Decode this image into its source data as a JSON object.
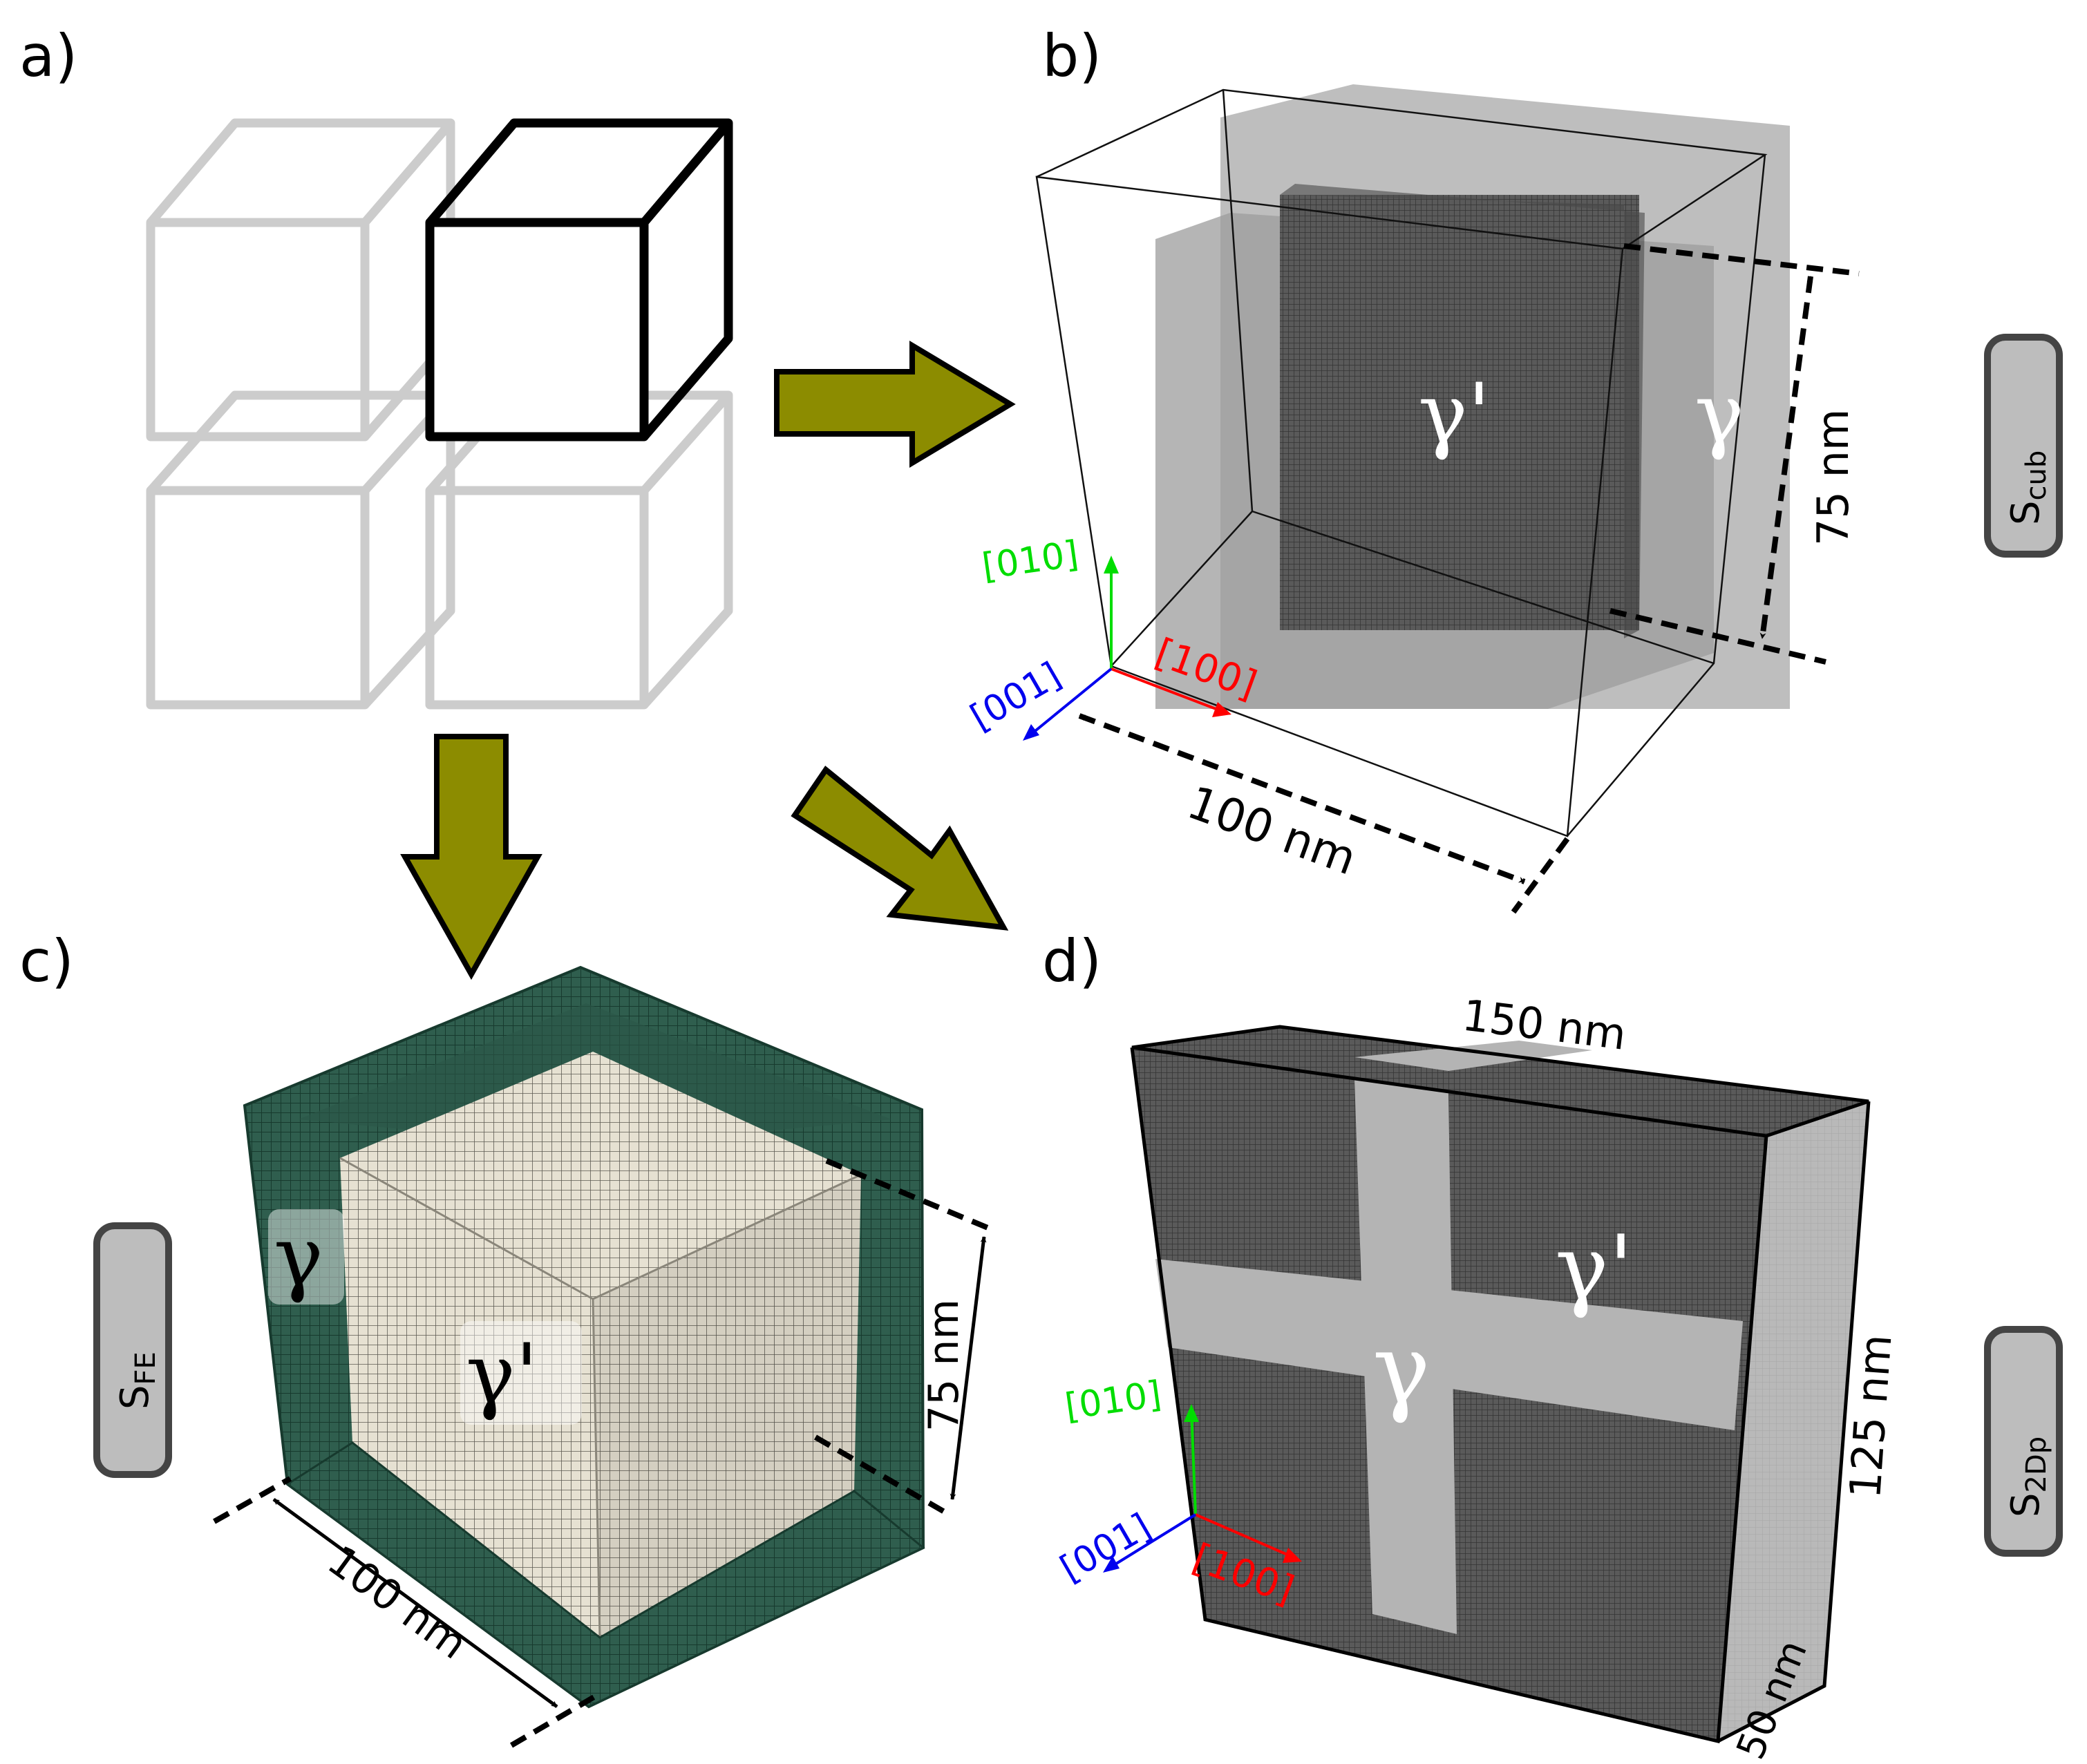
{
  "panels": {
    "a": "a)",
    "b": "b)",
    "c": "c)",
    "d": "d)"
  },
  "phases": {
    "gamma": "γ",
    "gamma_prime": "γ'"
  },
  "axes": {
    "x": "[100]",
    "y": "[010]",
    "z": "[001]"
  },
  "dimensions": {
    "b_height": "75 nm",
    "b_width": "100 nm",
    "c_height": "75 nm",
    "c_width": "100 nm",
    "d_width": "150 nm",
    "d_height": "125 nm",
    "d_depth": "50 nm"
  },
  "badges": {
    "s_cub_main": "S",
    "s_cub_sub": "cub",
    "s_fe_main": "S",
    "s_fe_sub": "FE",
    "s_2dp_main": "S",
    "s_2dp_sub": "2Dp"
  },
  "colors": {
    "arrow_fill": "#8c8c00",
    "mesh_green": "#2f5e4e",
    "mesh_beige": "#e6e1d2",
    "gamma_prime_dark": "#555555",
    "gamma_light": "#b4b4b4",
    "axis_x": "#ff0000",
    "axis_y": "#00dd00",
    "axis_z": "#0000ee"
  }
}
